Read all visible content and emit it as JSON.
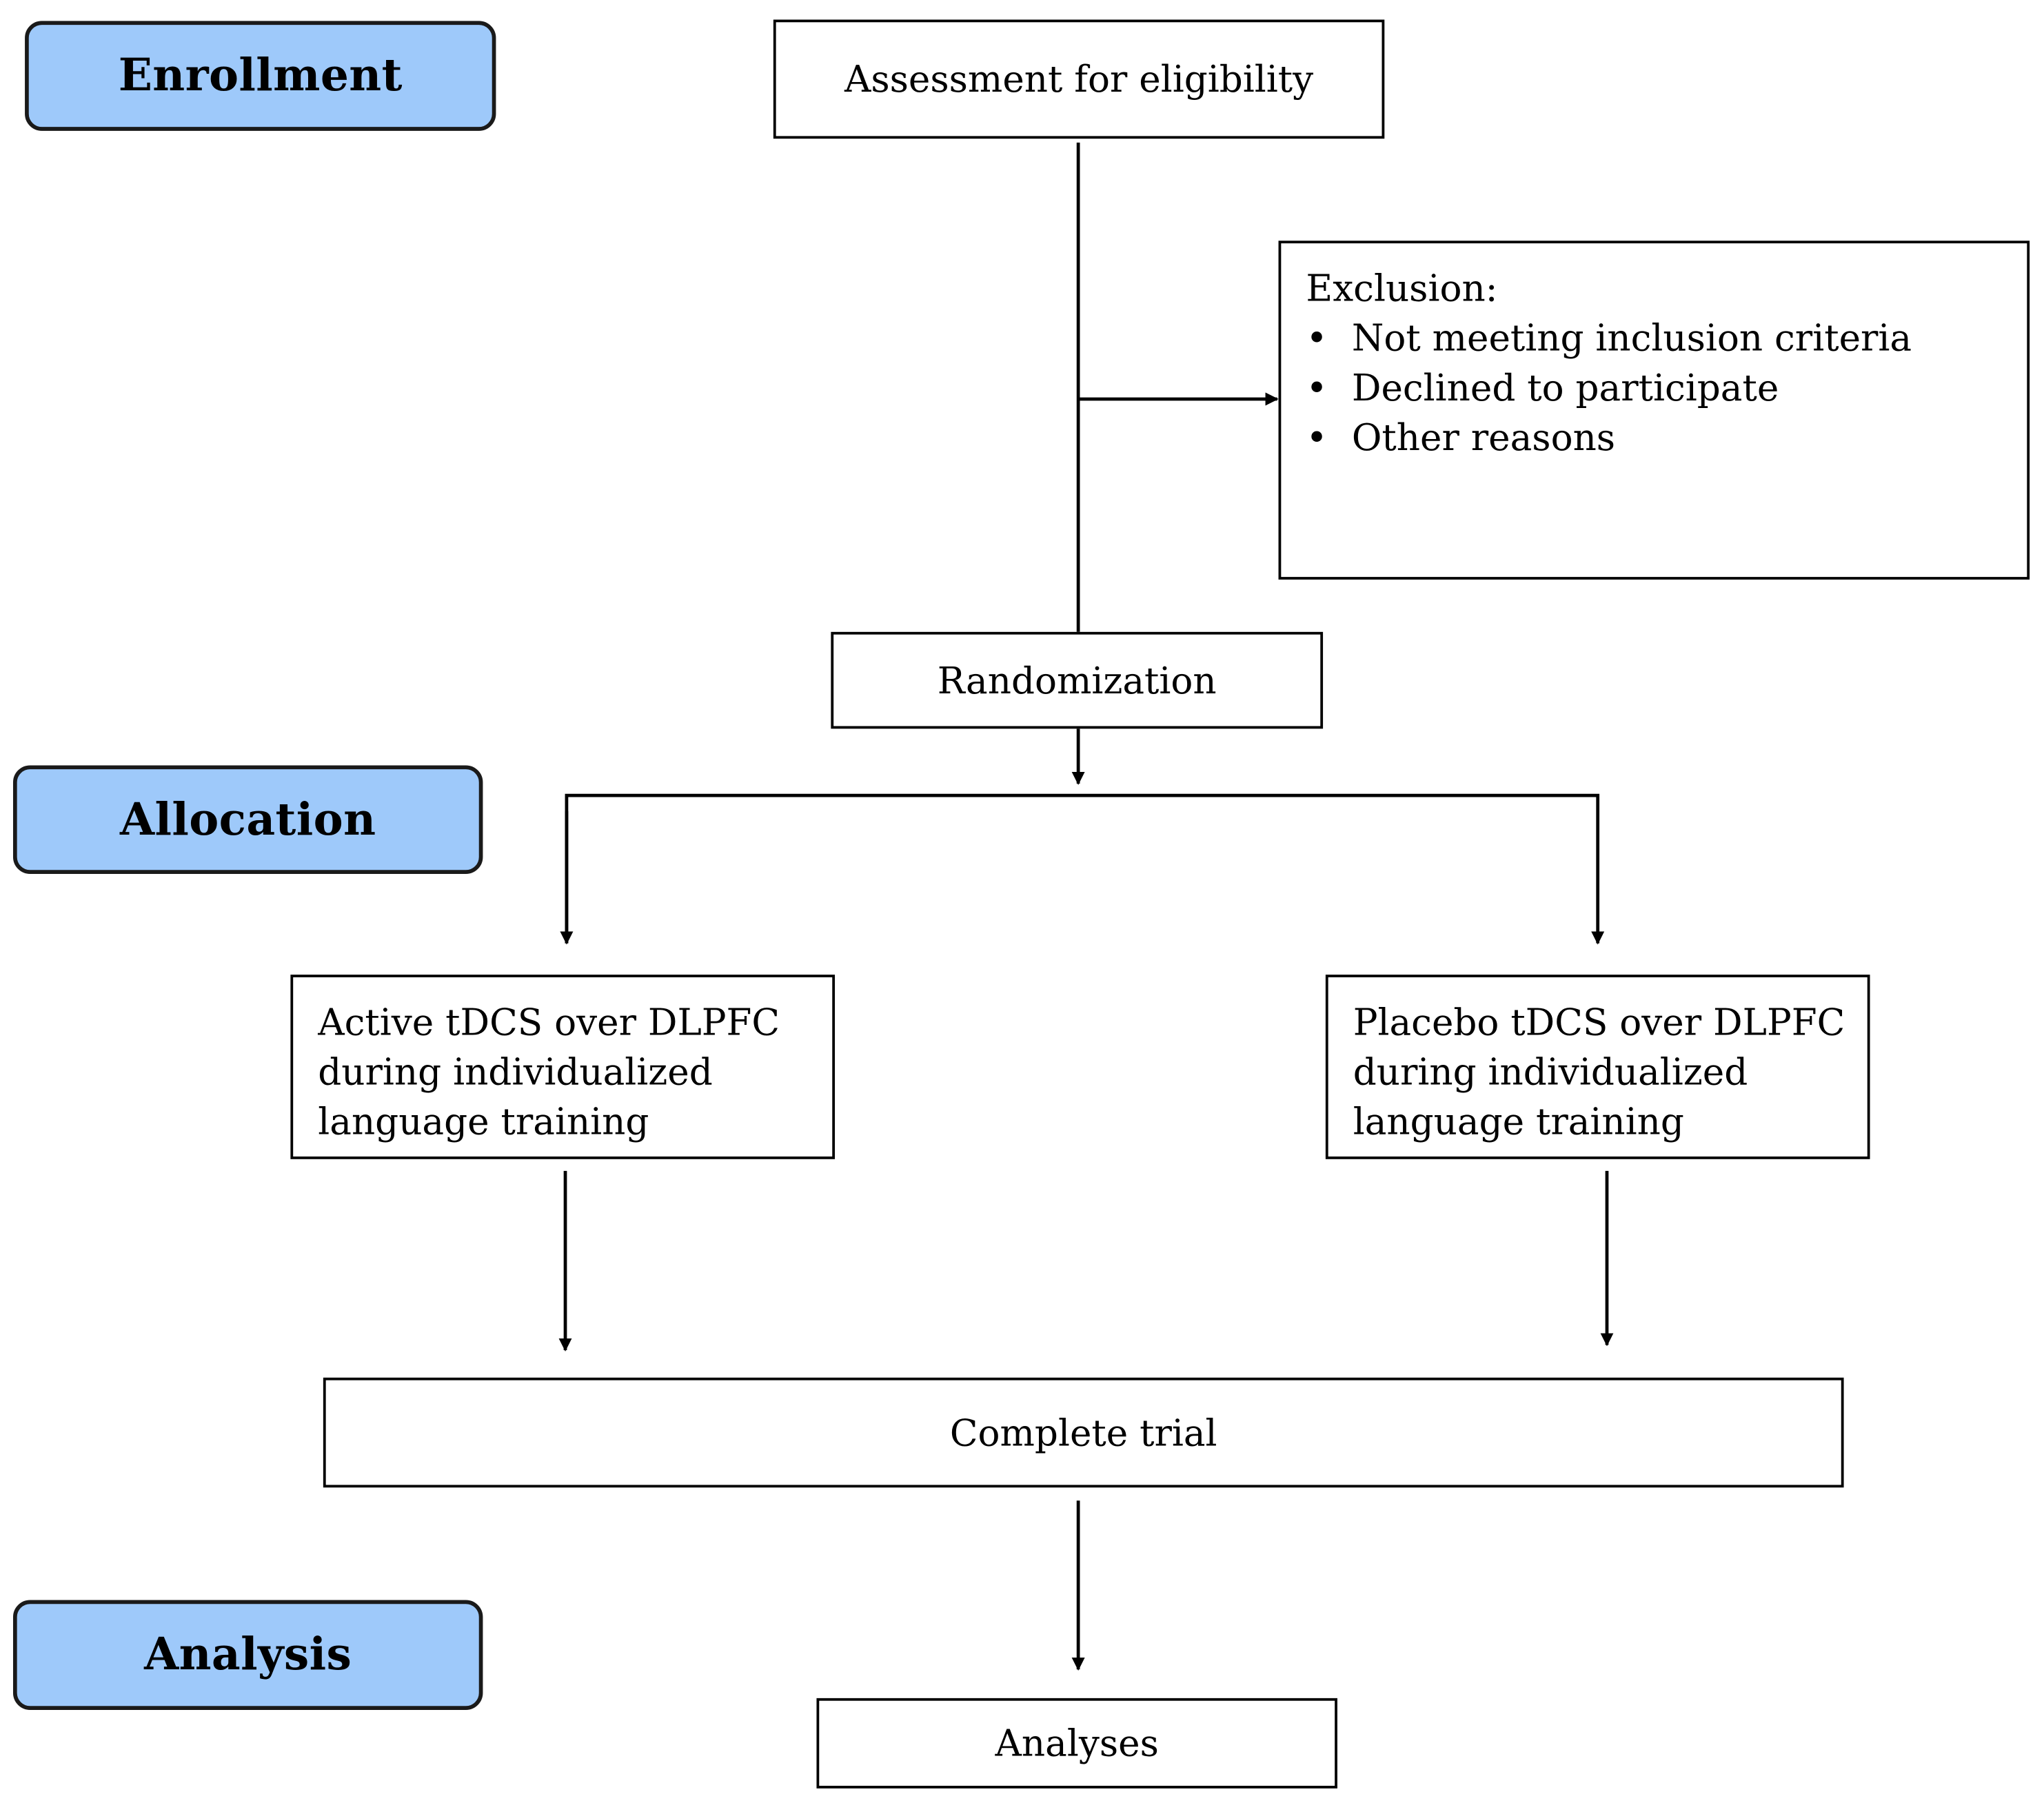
{
  "stages": {
    "enrollment": "Enrollment",
    "allocation": "Allocation",
    "analysis": "Analysis"
  },
  "boxes": {
    "assessment": "Assessment for eligibility",
    "exclusion": {
      "title": "Exclusion:",
      "items": [
        "Not meeting inclusion criteria",
        "Declined to participate",
        "Other reasons"
      ]
    },
    "randomization": "Randomization",
    "active_arm": {
      "lines": [
        "Active tDCS over DLPFC",
        "during individualized",
        "language training"
      ]
    },
    "placebo_arm": {
      "lines": [
        "Placebo tDCS over DLPFC",
        "during individualized",
        "language training"
      ]
    },
    "complete_trial": "Complete trial",
    "analyses": "Analyses"
  },
  "colors": {
    "stage_fill": "#9ec9fa",
    "stage_border": "#1a1a1a",
    "box_border": "#000000",
    "line": "#000000"
  }
}
